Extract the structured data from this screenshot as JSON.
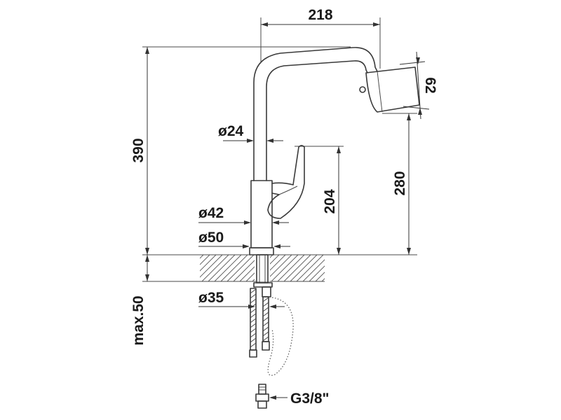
{
  "dimensions": {
    "width_218": "218",
    "height_62": "62",
    "height_390": "390",
    "diameter_24": "ø24",
    "height_204": "204",
    "height_280": "280",
    "diameter_42": "ø42",
    "diameter_50": "ø50",
    "diameter_35": "ø35",
    "max_50": "max.50",
    "thread_g38": "G3/8\""
  }
}
